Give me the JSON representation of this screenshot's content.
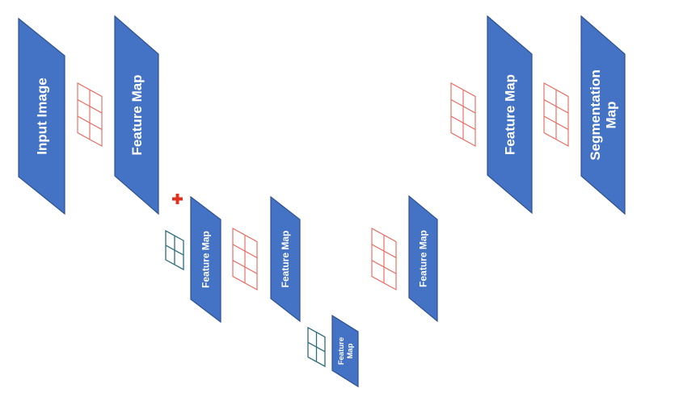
{
  "colors": {
    "block_fill": "#4472C4",
    "block_stroke": "#2F528F",
    "kernel_red": "#E8665A",
    "kernel_teal": "#2E6E7A",
    "marker_red": "#E03020",
    "background": "#FFFFFF"
  },
  "blocks": [
    {
      "id": "input-image",
      "lines": [
        "Input Image"
      ]
    },
    {
      "id": "feature-map-1",
      "lines": [
        "Feature Map"
      ]
    },
    {
      "id": "feature-map-2",
      "lines": [
        "Feature Map"
      ]
    },
    {
      "id": "feature-map-3",
      "lines": [
        "Feature Map"
      ]
    },
    {
      "id": "feature-map-bottom",
      "lines": [
        "Feature",
        "Map"
      ]
    },
    {
      "id": "feature-map-4",
      "lines": [
        "Feature Map"
      ]
    },
    {
      "id": "feature-map-5",
      "lines": [
        "Feature Map"
      ]
    },
    {
      "id": "segmentation-map",
      "lines": [
        "Segmentation",
        "Map"
      ]
    }
  ],
  "kernels": [
    {
      "id": "kernel-1",
      "type": "conv",
      "rows": 3,
      "cols": 2
    },
    {
      "id": "kernel-2",
      "type": "pool",
      "rows": 2,
      "cols": 2
    },
    {
      "id": "kernel-3",
      "type": "conv",
      "rows": 3,
      "cols": 2
    },
    {
      "id": "kernel-4",
      "type": "pool",
      "rows": 2,
      "cols": 2
    },
    {
      "id": "kernel-5",
      "type": "conv",
      "rows": 3,
      "cols": 2
    },
    {
      "id": "kernel-6",
      "type": "conv",
      "rows": 3,
      "cols": 2
    },
    {
      "id": "kernel-7",
      "type": "conv",
      "rows": 3,
      "cols": 2
    }
  ],
  "marker_icon": "plus-icon"
}
